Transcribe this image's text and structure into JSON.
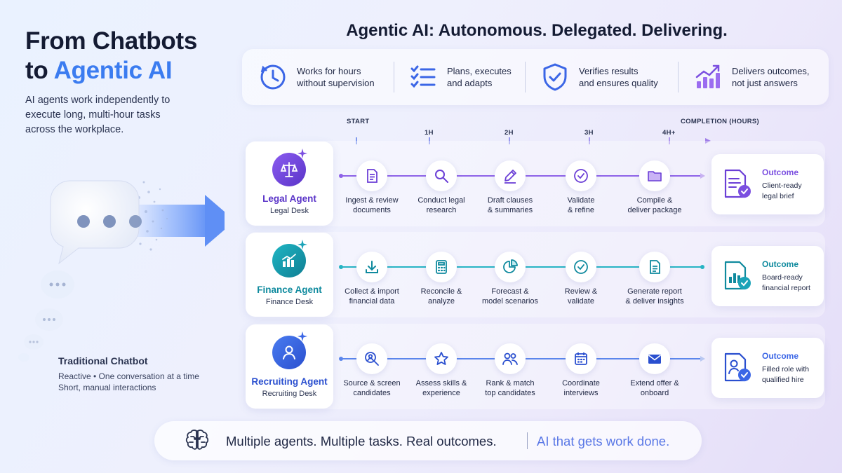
{
  "hero": {
    "title_line1": "From Chatbots",
    "title_line2_pre": "to ",
    "title_line2_accent": "Agentic AI",
    "subtitle_lines": [
      "AI agents work independently to",
      "execute long, multi-hour tasks",
      "across the workplace."
    ]
  },
  "chatbot": {
    "title": "Traditional Chatbot",
    "lines": [
      "Reactive • One conversation at a time",
      "Short, manual interactions"
    ]
  },
  "main_title": "Agentic AI: Autonomous. Delegated. Delivering.",
  "features": [
    {
      "icon": "clock-icon",
      "lines": [
        "Works for hours",
        "without supervision"
      ]
    },
    {
      "icon": "checklist-icon",
      "lines": [
        "Plans, executes",
        "and adapts"
      ]
    },
    {
      "icon": "shield-check-icon",
      "lines": [
        "Verifies results",
        "and ensures quality"
      ]
    },
    {
      "icon": "growth-chart-icon",
      "lines": [
        "Delivers outcomes,",
        "not just answers"
      ]
    }
  ],
  "timeline": {
    "start": "START",
    "end": "COMPLETION (HOURS)",
    "ticks": [
      "1H",
      "2H",
      "3H",
      "4H+"
    ]
  },
  "colors": {
    "legal": "#7b4fe0",
    "finance": "#1aa3b8",
    "recruiting": "#3b66e6"
  },
  "agents": [
    {
      "key": "legal",
      "name": "Legal Agent",
      "desk": "Legal Desk",
      "icon": "scales-icon",
      "steps": [
        {
          "icon": "document-icon",
          "lines": [
            "Ingest & review",
            "documents"
          ]
        },
        {
          "icon": "search-icon",
          "lines": [
            "Conduct legal",
            "research"
          ]
        },
        {
          "icon": "pen-icon",
          "lines": [
            "Draft clauses",
            "& summaries"
          ]
        },
        {
          "icon": "check-circle-icon",
          "lines": [
            "Validate",
            "& refine"
          ]
        },
        {
          "icon": "folder-icon",
          "lines": [
            "Compile &",
            "deliver package"
          ]
        }
      ],
      "outcome": {
        "title": "Outcome",
        "lines": [
          "Client-ready",
          "legal brief"
        ],
        "icon": "brief-check-icon"
      }
    },
    {
      "key": "finance",
      "name": "Finance Agent",
      "desk": "Finance Desk",
      "icon": "bar-chart-icon",
      "steps": [
        {
          "icon": "download-icon",
          "lines": [
            "Collect & import",
            "financial data"
          ]
        },
        {
          "icon": "calculator-icon",
          "lines": [
            "Reconcile &",
            "analyze"
          ]
        },
        {
          "icon": "pie-chart-icon",
          "lines": [
            "Forecast &",
            "model scenarios"
          ]
        },
        {
          "icon": "check-circle-icon",
          "lines": [
            "Review &",
            "validate"
          ]
        },
        {
          "icon": "report-icon",
          "lines": [
            "Generate report",
            "& deliver insights"
          ]
        }
      ],
      "outcome": {
        "title": "Outcome",
        "lines": [
          "Board-ready",
          "financial report"
        ],
        "icon": "report-check-icon"
      }
    },
    {
      "key": "recruiting",
      "name": "Recruiting Agent",
      "desk": "Recruiting Desk",
      "icon": "person-icon",
      "steps": [
        {
          "icon": "person-search-icon",
          "lines": [
            "Source & screen",
            "candidates"
          ]
        },
        {
          "icon": "star-icon",
          "lines": [
            "Assess skills &",
            "experience"
          ]
        },
        {
          "icon": "people-icon",
          "lines": [
            "Rank & match",
            "top candidates"
          ]
        },
        {
          "icon": "calendar-icon",
          "lines": [
            "Coordinate",
            "interviews"
          ]
        },
        {
          "icon": "mail-icon",
          "lines": [
            "Extend offer &",
            "onboard"
          ]
        }
      ],
      "outcome": {
        "title": "Outcome",
        "lines": [
          "Filled role with",
          "qualified hire"
        ],
        "icon": "profile-check-icon"
      }
    }
  ],
  "bottom": {
    "text1": "Multiple agents. Multiple tasks. Real outcomes.",
    "text2": "AI that gets work done."
  }
}
